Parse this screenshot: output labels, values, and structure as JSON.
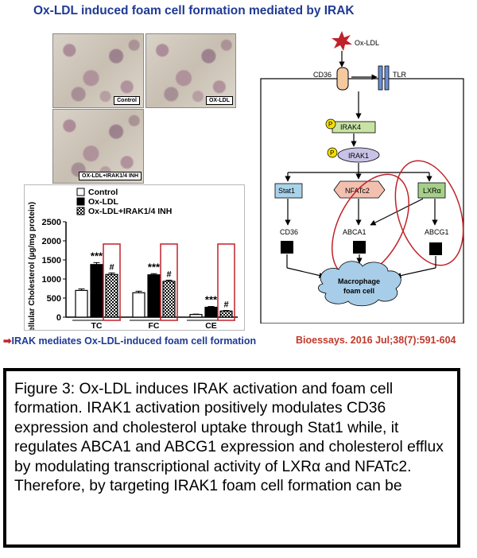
{
  "title": "Ox-LDL induced foam cell formation mediated by IRAK",
  "micrographs": [
    {
      "label": "Control"
    },
    {
      "label": "OX-LDL"
    },
    {
      "label": "OX-LDL+IRAK1/4 INH"
    }
  ],
  "chart_data": {
    "type": "bar",
    "ylabel": "Cellular Cholesterol (µg/mg protein)",
    "ylim": [
      0,
      2500
    ],
    "yticks": [
      "0",
      "500",
      "1000",
      "1500",
      "2000",
      "2500"
    ],
    "categories": [
      "TC",
      "FC",
      "CE"
    ],
    "series": [
      {
        "name": "Control",
        "values": [
          700,
          640,
          70
        ],
        "errors": [
          40,
          40,
          10
        ]
      },
      {
        "name": "Ox-LDL",
        "values": [
          1380,
          1110,
          260
        ],
        "errors": [
          50,
          30,
          20
        ]
      },
      {
        "name": "Ox-LDL+IRAK1/4 INH",
        "values": [
          1120,
          940,
          160
        ],
        "errors": [
          40,
          30,
          15
        ]
      }
    ],
    "annotations": [
      {
        "category": "TC",
        "series": 1,
        "text": "***"
      },
      {
        "category": "TC",
        "series": 2,
        "text": "#"
      },
      {
        "category": "FC",
        "series": 1,
        "text": "***"
      },
      {
        "category": "FC",
        "series": 2,
        "text": "#"
      },
      {
        "category": "CE",
        "series": 1,
        "text": "***"
      },
      {
        "category": "CE",
        "series": 2,
        "text": "#"
      }
    ],
    "legend_position": "top"
  },
  "diagram": {
    "oxldl": "Ox-LDL",
    "cd36_receptor": "CD36",
    "tlr": "TLR",
    "irak4": "IRAK4",
    "irak1": "IRAK1",
    "phospho": "P",
    "stat1": "Stat1",
    "nfatc2": "NFATc2",
    "lxra": "LXRα",
    "cd36_gene": "CD36",
    "abca1": "ABCA1",
    "abcg1": "ABCG1",
    "foam_line1": "Macrophage",
    "foam_line2": "foam cell"
  },
  "footer_left": "IRAK mediates Ox-LDL-induced foam cell formation",
  "footer_right": "Bioessays. 2016 Jul;38(7):591-604",
  "caption": "Figure 3: Ox-LDL induces IRAK activation and foam cell formation. IRAK1 activation positively modulates CD36 expression and cholesterol uptake through Stat1 while, it regulates ABCA1 and ABCG1 expression and cholesterol efflux by modulating transcriptional activity of LXRα and NFATc2.  Therefore, by targeting IRAK1 foam cell formation can be",
  "colors": {
    "title_blue": "#1f3a93",
    "citation_red": "#c0392b",
    "highlight_red": "#c0222a",
    "irak4_green": "#c9e3a4",
    "irak1_purple": "#c8c3e6",
    "stat1_blue": "#a9d3ea",
    "nfatc2_pink": "#f3c0b0",
    "lxra_green": "#a6d08a",
    "foam_cloud": "#a8cde8"
  }
}
